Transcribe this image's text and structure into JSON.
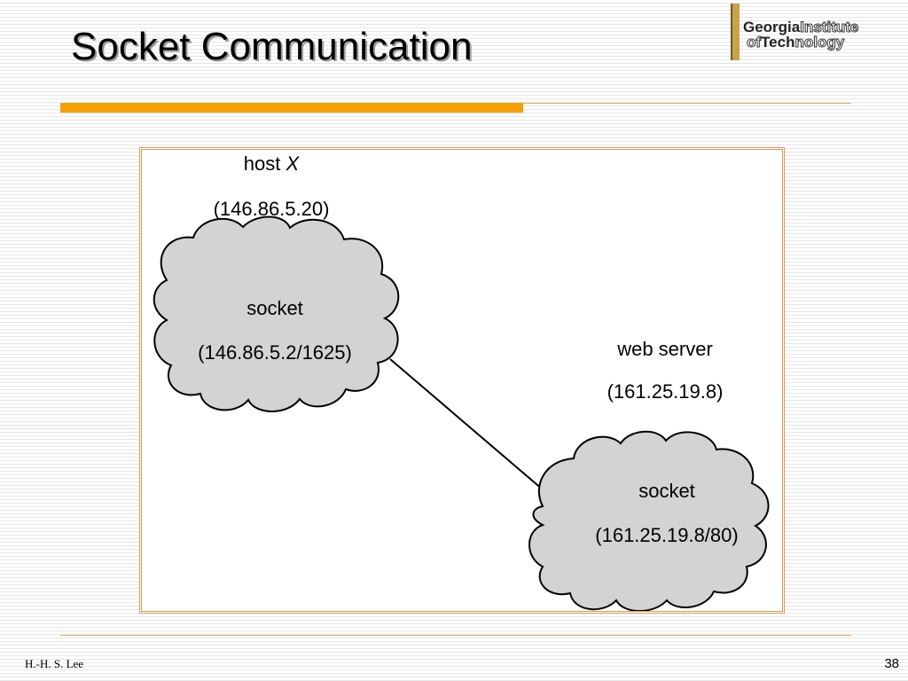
{
  "slide": {
    "title": "Socket Communication",
    "page_number": "38",
    "author": "H.-H. S. Lee"
  },
  "logo": {
    "line1_bold": "Georgia",
    "line1_outline": "Institute",
    "line2_prefix": "of",
    "line2_bold": "Tech",
    "line2_outline": "nology"
  },
  "diagram": {
    "host": {
      "label": "host",
      "label_italic": "X",
      "ip": "(146.86.5.20)",
      "socket_label": "socket",
      "socket_address": "(146.86.5.2/1625)"
    },
    "server": {
      "label": "web server",
      "ip": "(161.25.19.8)",
      "socket_label": "socket",
      "socket_address": "(161.25.19.8/80)"
    }
  },
  "colors": {
    "accent_bar": "#f5a007",
    "cloud_fill": "#d3d3d3",
    "frame_border": "#d49a5a"
  }
}
